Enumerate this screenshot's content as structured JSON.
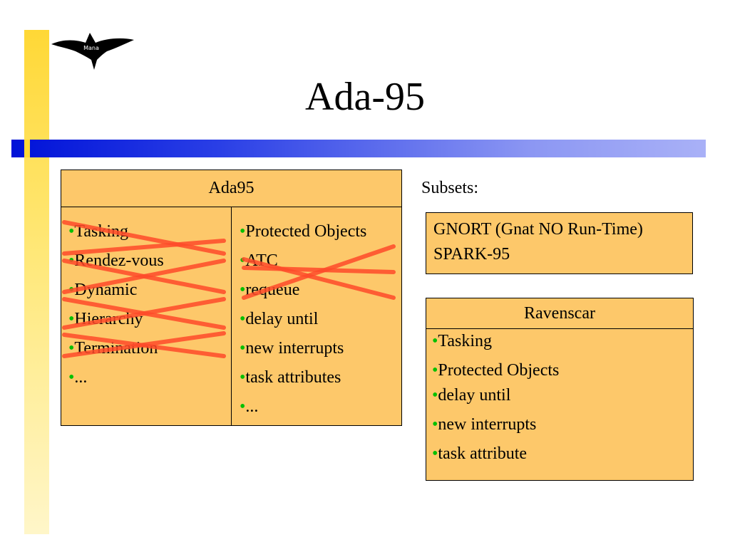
{
  "slide": {
    "title": "Ada-95",
    "logo_text": "Mana"
  },
  "ada_box": {
    "header": "Ada95",
    "bullet": "•",
    "left_items": [
      "Tasking",
      "Rendez-vous",
      "Dynamic",
      "Hierarchy",
      "Termination",
      "..."
    ],
    "right_items": [
      "Protected Objects",
      "ATC",
      "requeue",
      "delay until",
      "new interrupts",
      "task attributes",
      "..."
    ]
  },
  "subsets": {
    "label": "Subsets:",
    "lines": [
      "GNORT (Gnat NO Run-Time)",
      "SPARK-95"
    ]
  },
  "ravenscar": {
    "header": "Ravenscar",
    "bullet": "•",
    "items": [
      "Tasking",
      "Protected Objects",
      "delay until",
      "new interrupts",
      "task attribute"
    ]
  },
  "colors": {
    "box_fill": "#fdc86a",
    "bullet": "#00c000",
    "strike": "#ff4b2a",
    "band_start": "#0012d8",
    "band_end": "#a9b1f7",
    "side_bar": "#ffd836"
  }
}
